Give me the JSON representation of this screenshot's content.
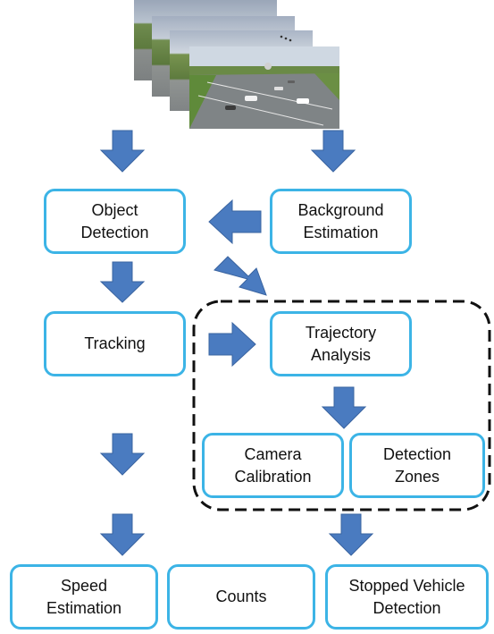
{
  "nodes": {
    "object_detection": "Object\nDetection",
    "background_estimation": "Background\nEstimation",
    "tracking": "Tracking",
    "trajectory_analysis": "Trajectory\nAnalysis",
    "camera_calibration": "Camera\nCalibration",
    "detection_zones": "Detection\nZones",
    "speed_estimation": "Speed\nEstimation",
    "counts": "Counts",
    "stopped_vehicle_detection": "Stopped Vehicle\nDetection"
  },
  "colors": {
    "box_border": "#3cb4e6",
    "arrow_fill": "#4a7bc0",
    "arrow_stroke": "#3a64a0",
    "dashed_region": "#111111"
  },
  "image_stack": {
    "frame_count": 4,
    "subject": "highway traffic video frames"
  }
}
